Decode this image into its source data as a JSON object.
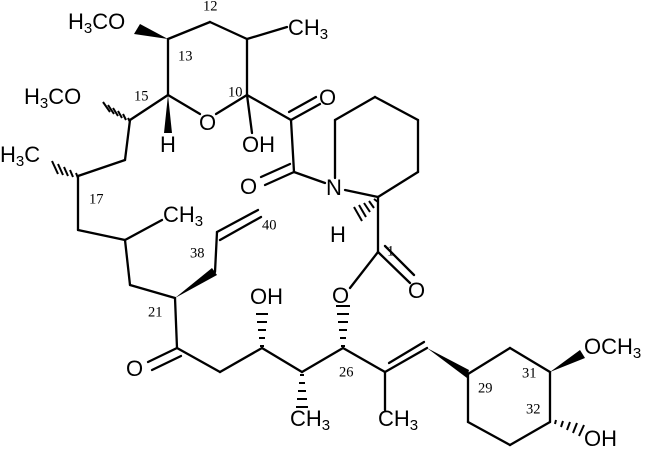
{
  "atom_labels": {
    "h3co_13": [
      "H",
      "3",
      "CO"
    ],
    "ch3_11": [
      "CH",
      "3"
    ],
    "h3co_15": [
      "H",
      "3",
      "CO"
    ],
    "h3c_16": [
      "H",
      "3",
      "C"
    ],
    "ch3_19": [
      "CH",
      "3"
    ],
    "ch3_25": [
      "CH",
      "3"
    ],
    "ch3_27": [
      "CH",
      "3"
    ],
    "och3_31": [
      "OCH",
      "3"
    ],
    "o_ring": "O",
    "oh_10": "OH",
    "h_14": "H",
    "o_9": "O",
    "o_8": "O",
    "n": "N",
    "h_2": "H",
    "o_ester": "O",
    "o_carbonyl_1": "O",
    "oh_24": "OH",
    "o_22": "O",
    "oh_32": "OH"
  },
  "position_numbers": {
    "n1": "1",
    "n10": "10",
    "n12": "12",
    "n13": "13",
    "n15": "15",
    "n17": "17",
    "n21": "21",
    "n26": "26",
    "n29": "29",
    "n31": "31",
    "n32": "32",
    "n38": "38",
    "n40": "40"
  }
}
